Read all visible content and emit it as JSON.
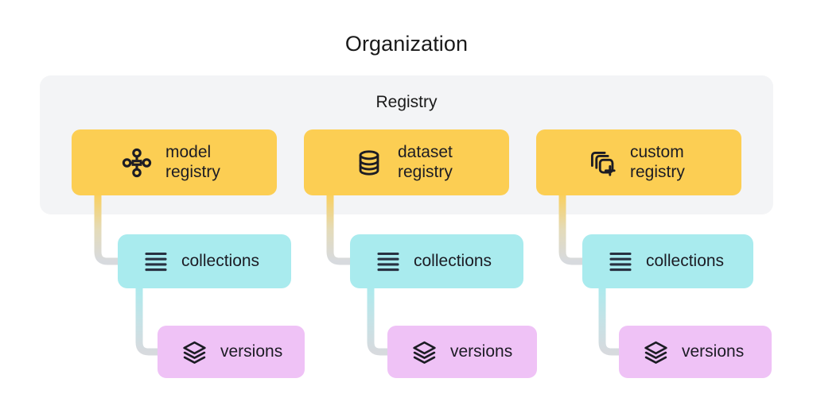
{
  "page": {
    "title": "Organization",
    "background_color": "#ffffff"
  },
  "registry_panel": {
    "title": "Registry",
    "background_color": "#f3f4f6"
  },
  "colors": {
    "registry_card": "#fcce53",
    "collections_card": "#a9ebee",
    "versions_card": "#efc2f6",
    "panel": "#f3f4f6",
    "text": "#1c1c24",
    "connector_end": "#d7dade"
  },
  "columns": [
    {
      "registry": {
        "label": "model\nregistry",
        "icon": "node-graph-icon"
      },
      "collections": {
        "label": "collections",
        "icon": "list-lines-icon"
      },
      "versions": {
        "label": "versions",
        "icon": "layers-stack-icon"
      }
    },
    {
      "registry": {
        "label": "dataset\nregistry",
        "icon": "database-cylinder-icon"
      },
      "collections": {
        "label": "collections",
        "icon": "list-lines-icon"
      },
      "versions": {
        "label": "versions",
        "icon": "layers-stack-icon"
      }
    },
    {
      "registry": {
        "label": "custom\nregistry",
        "icon": "stacked-squares-plus-icon"
      },
      "collections": {
        "label": "collections",
        "icon": "list-lines-icon"
      },
      "versions": {
        "label": "versions",
        "icon": "layers-stack-icon"
      }
    }
  ]
}
